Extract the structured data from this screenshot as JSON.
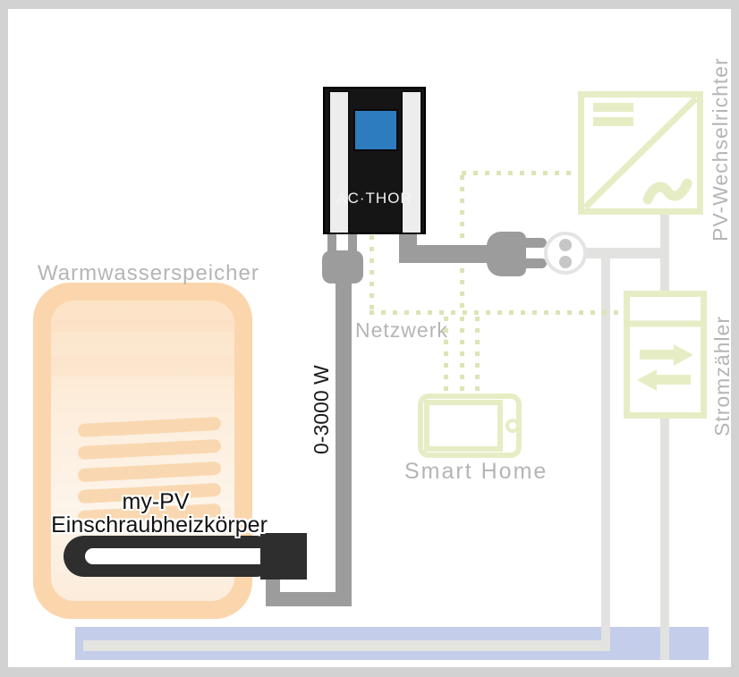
{
  "labels": {
    "tank": "Warmwasserspeicher",
    "device": "AC·THOR",
    "heater_line1": "my-PV",
    "heater_line2": "Einschraubheizkörper",
    "power_range": "0-3000 W",
    "network": "Netzwerk",
    "smart_home": "Smart Home",
    "inverter": "PV-Wechselrichter",
    "meter": "Stromzähler"
  },
  "colors": {
    "accent-green": "#e6edc5",
    "dot-green": "#dbe5b5",
    "label-gray": "#b5b5b5",
    "cable-gray": "#9c9c9c",
    "line-gray": "#e2e2e0",
    "screen-blue": "#2e7cc0",
    "tank-peach": "#fbd6ac",
    "water-blue": "#c4cdea",
    "frame-gray": "#d2d2d2"
  }
}
